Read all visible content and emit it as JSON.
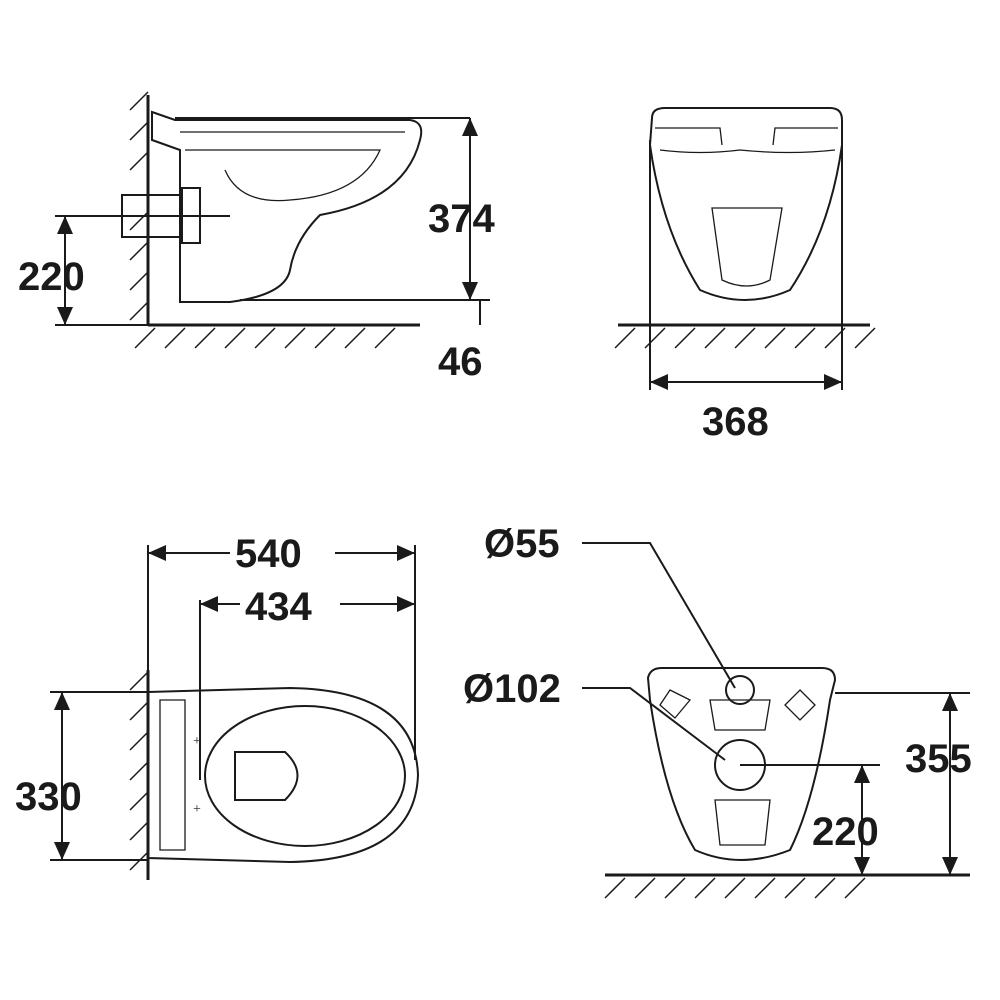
{
  "side_view": {
    "height_label": "374",
    "outlet_height_label": "220",
    "floor_gap_label": "46"
  },
  "front_view": {
    "width_label": "368"
  },
  "top_view": {
    "length_label": "540",
    "fixing_length_label": "434",
    "width_label": "330"
  },
  "rear_view": {
    "inlet_diameter_label": "Ø55",
    "outlet_diameter_label": "Ø102",
    "top_height_label": "355",
    "outlet_height_label": "220"
  },
  "colors": {
    "ink": "#1a1a1a",
    "background": "#ffffff"
  }
}
